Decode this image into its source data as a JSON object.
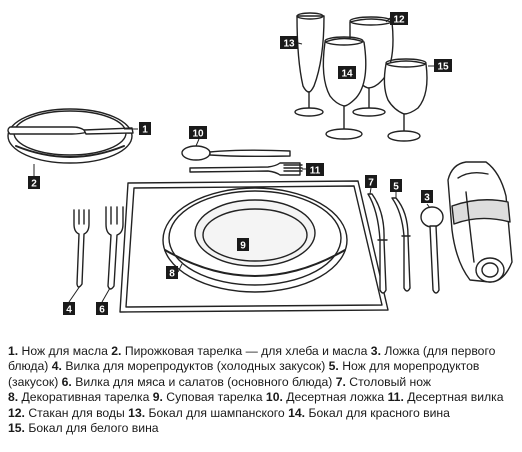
{
  "labels": {
    "n1": "1",
    "n2": "2",
    "n3": "3",
    "n4": "4",
    "n5": "5",
    "n6": "6",
    "n7": "7",
    "n8": "8",
    "n9": "9",
    "n10": "10",
    "n11": "11",
    "n12": "12",
    "n13": "13",
    "n14": "14",
    "n15": "15"
  },
  "legend": {
    "lines": [
      [
        {
          "num": "1.",
          "text": " Нож для масла "
        },
        {
          "num": "2.",
          "text": " Пирожковая тарелка — для хлеба и масла "
        },
        {
          "num": "3.",
          "text": " Ложка (для первого"
        }
      ],
      [
        {
          "num": "",
          "text": "блюда) "
        },
        {
          "num": "4.",
          "text": " Вилка для морепродуктов (холодных закусок) "
        },
        {
          "num": "5.",
          "text": " Нож для морепродуктов"
        }
      ],
      [
        {
          "num": "",
          "text": "(закусок) "
        },
        {
          "num": "6.",
          "text": " Вилка для мяса и салатов (основного блюда) "
        },
        {
          "num": "7.",
          "text": " Столовый нож"
        }
      ],
      [
        {
          "num": "8.",
          "text": " Декоративная тарелка "
        },
        {
          "num": "9.",
          "text": " Суповая тарелка "
        },
        {
          "num": "10.",
          "text": " Десертная ложка "
        },
        {
          "num": "11.",
          "text": " Десертная вилка"
        }
      ],
      [
        {
          "num": "12.",
          "text": " Стакан для воды "
        },
        {
          "num": "13.",
          "text": " Бокал для шампанского "
        },
        {
          "num": "14.",
          "text": " Бокал для красного вина"
        }
      ],
      [
        {
          "num": "15.",
          "text": " Бокал для белого вина"
        }
      ]
    ]
  }
}
